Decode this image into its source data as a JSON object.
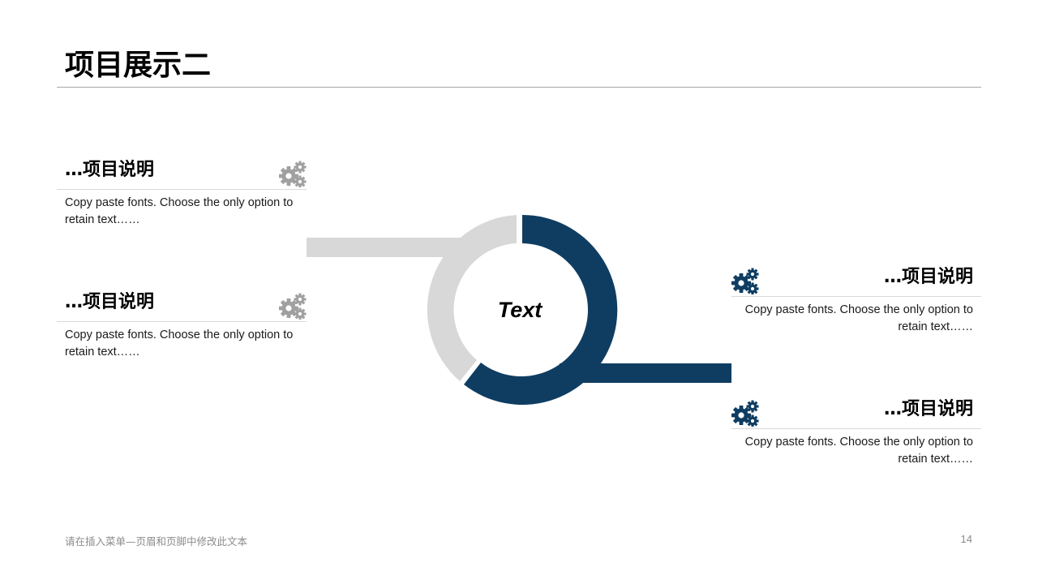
{
  "title": "项目展示二",
  "center_text": "Text",
  "colors": {
    "accent": "#0f3d62",
    "secondary": "#d8d8d8",
    "gear_gray": "#a0a0a0"
  },
  "items": [
    {
      "title": "…项目说明",
      "desc": "Copy paste fonts. Choose the only option to retain text……",
      "icon": "gears-icon"
    },
    {
      "title": "…项目说明",
      "desc": "Copy paste fonts. Choose the only option to retain text……",
      "icon": "gears-icon"
    },
    {
      "title": "…项目说明",
      "desc": "Copy paste fonts. Choose the only option to retain text……",
      "icon": "gears-icon"
    },
    {
      "title": "…项目说明",
      "desc": "Copy paste fonts. Choose the only option to retain text……",
      "icon": "gears-icon"
    }
  ],
  "footer": {
    "text": "请在插入菜单—页眉和页脚中修改此文本",
    "page_number": "14"
  }
}
